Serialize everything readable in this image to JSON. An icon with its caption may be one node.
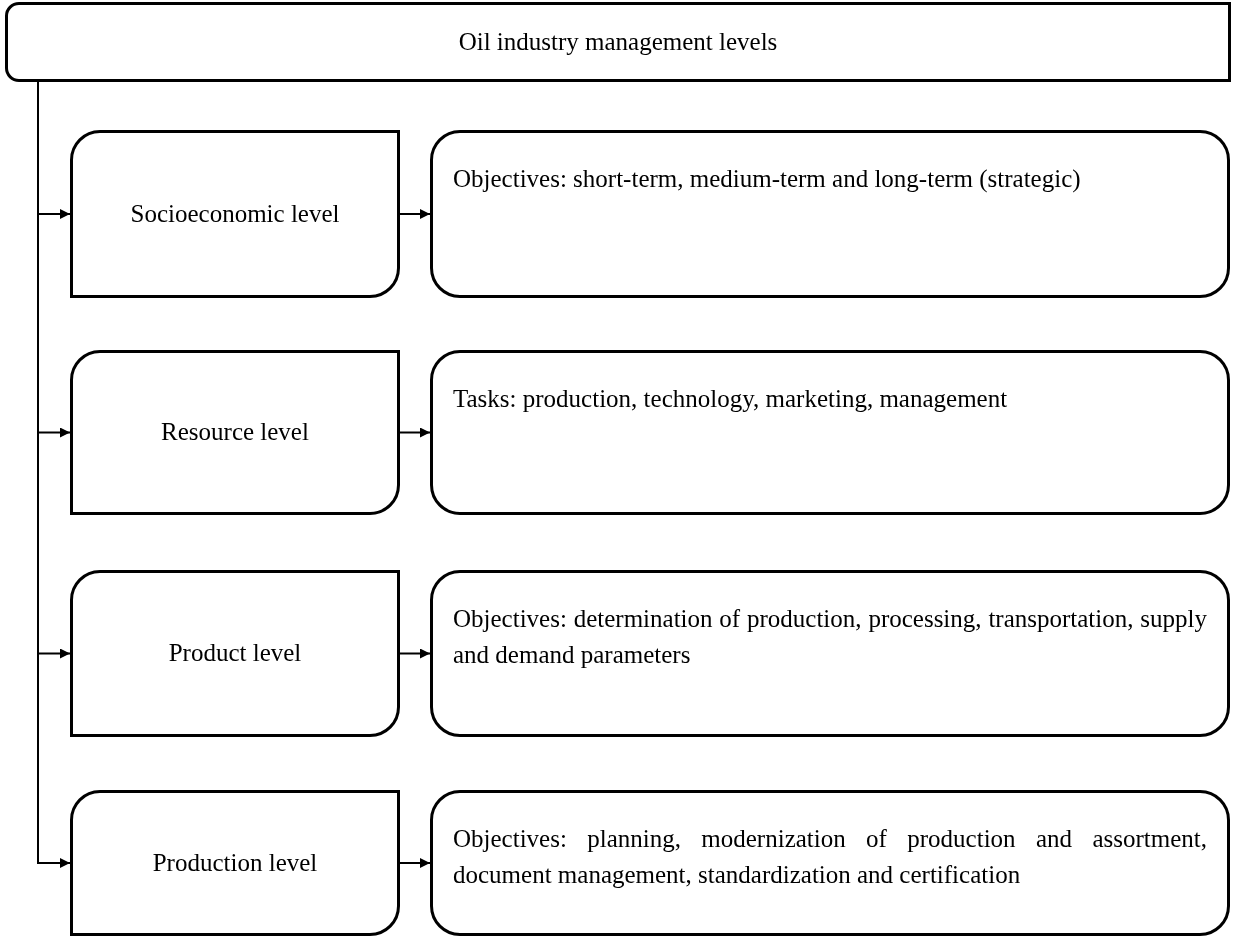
{
  "diagram": {
    "nodes": [
      {
        "text": [
          "Oil industry management levels"
        ]
      },
      {
        "text": [
          "Socioeconomic level"
        ]
      },
      {
        "text": [
          "Objectives: short-term, medium-term and long-term (strategic)"
        ]
      },
      {
        "text": [
          "Resource level"
        ]
      },
      {
        "text": [
          "Tasks: production, technology, marketing, management"
        ]
      },
      {
        "text": [
          "Product level"
        ]
      },
      {
        "text": [
          "Objectives: determination of production, processing, transportation, supply and demand parameters"
        ]
      },
      {
        "text": [
          "Production level"
        ]
      },
      {
        "text": [
          "Objectives: planning, modernization of production and assortment, document management, standardization and certification"
        ]
      }
    ],
    "edges": [
      {
        "from": 0,
        "to": 1,
        "arrow": "to"
      },
      {
        "from": 0,
        "to": 3,
        "arrow": "to"
      },
      {
        "from": 0,
        "to": 5,
        "arrow": "to"
      },
      {
        "from": 0,
        "to": 7,
        "arrow": "to"
      },
      {
        "from": 1,
        "to": 2,
        "arrow": "to"
      },
      {
        "from": 3,
        "to": 4,
        "arrow": "to"
      },
      {
        "from": 5,
        "to": 6,
        "arrow": "to"
      },
      {
        "from": 7,
        "to": 8,
        "arrow": "to"
      }
    ]
  }
}
